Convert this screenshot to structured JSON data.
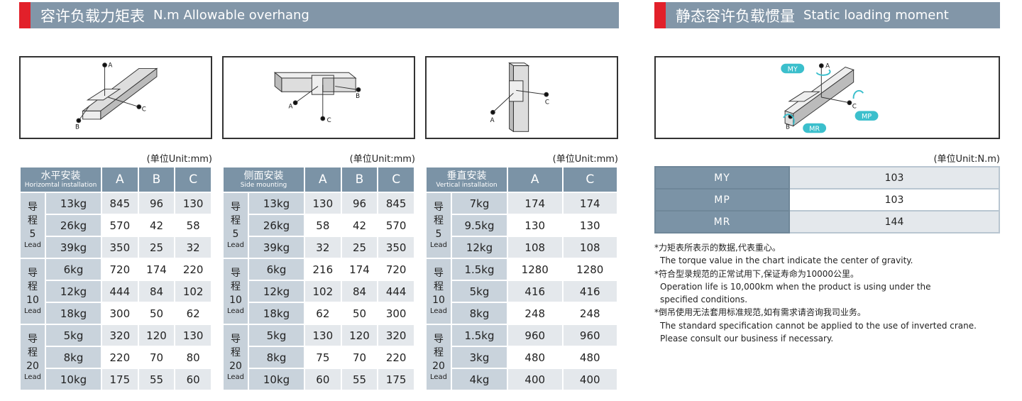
{
  "left_header": {
    "zh": "容许负载力矩表",
    "en": "N.m   Allowable overhang"
  },
  "right_header": {
    "zh": "静态容许负载惯量",
    "en": "Static loading moment"
  },
  "unit_mm": "(单位Unit:mm)",
  "unit_nm": "(单位Unit:N.m)",
  "diagram_labels": {
    "A": "A",
    "B": "B",
    "C": "C",
    "MY": "MY",
    "MP": "MP",
    "MR": "MR"
  },
  "tables": [
    {
      "title_zh": "水平安装",
      "title_en": "Horizomtal installation",
      "columns": [
        "A",
        "B",
        "C"
      ],
      "groups": [
        {
          "zh1": "导",
          "zh2": "程",
          "num": "5",
          "lead": "Lead",
          "rows": [
            [
              "13kg",
              "845",
              "96",
              "130"
            ],
            [
              "26kg",
              "570",
              "42",
              "58"
            ],
            [
              "39kg",
              "350",
              "25",
              "32"
            ]
          ]
        },
        {
          "zh1": "导",
          "zh2": "程",
          "num": "10",
          "lead": "Lead",
          "rows": [
            [
              "6kg",
              "720",
              "174",
              "220"
            ],
            [
              "12kg",
              "444",
              "84",
              "102"
            ],
            [
              "18kg",
              "300",
              "50",
              "62"
            ]
          ]
        },
        {
          "zh1": "导",
          "zh2": "程",
          "num": "20",
          "lead": "Lead",
          "rows": [
            [
              "5kg",
              "320",
              "120",
              "130"
            ],
            [
              "8kg",
              "220",
              "70",
              "80"
            ],
            [
              "10kg",
              "175",
              "55",
              "60"
            ]
          ]
        }
      ]
    },
    {
      "title_zh": "侧面安装",
      "title_en": "Side mounting",
      "columns": [
        "A",
        "B",
        "C"
      ],
      "groups": [
        {
          "zh1": "导",
          "zh2": "程",
          "num": "5",
          "lead": "Lead",
          "rows": [
            [
              "13kg",
              "130",
              "96",
              "845"
            ],
            [
              "26kg",
              "58",
              "42",
              "570"
            ],
            [
              "39kg",
              "32",
              "25",
              "350"
            ]
          ]
        },
        {
          "zh1": "导",
          "zh2": "程",
          "num": "10",
          "lead": "Lead",
          "rows": [
            [
              "6kg",
              "216",
              "174",
              "720"
            ],
            [
              "12kg",
              "102",
              "84",
              "444"
            ],
            [
              "18kg",
              "62",
              "50",
              "300"
            ]
          ]
        },
        {
          "zh1": "导",
          "zh2": "程",
          "num": "20",
          "lead": "Lead",
          "rows": [
            [
              "5kg",
              "130",
              "120",
              "320"
            ],
            [
              "8kg",
              "75",
              "70",
              "220"
            ],
            [
              "10kg",
              "60",
              "55",
              "175"
            ]
          ]
        }
      ]
    },
    {
      "title_zh": "垂直安装",
      "title_en": "Vertical installation",
      "columns": [
        "A",
        "C"
      ],
      "groups": [
        {
          "zh1": "导",
          "zh2": "程",
          "num": "5",
          "lead": "Lead",
          "rows": [
            [
              "7kg",
              "174",
              "174"
            ],
            [
              "9.5kg",
              "130",
              "130"
            ],
            [
              "12kg",
              "108",
              "108"
            ]
          ]
        },
        {
          "zh1": "导",
          "zh2": "程",
          "num": "10",
          "lead": "Lead",
          "rows": [
            [
              "1.5kg",
              "1280",
              "1280"
            ],
            [
              "5kg",
              "416",
              "416"
            ],
            [
              "8kg",
              "248",
              "248"
            ]
          ]
        },
        {
          "zh1": "导",
          "zh2": "程",
          "num": "20",
          "lead": "Lead",
          "rows": [
            [
              "1.5kg",
              "960",
              "960"
            ],
            [
              "3kg",
              "480",
              "480"
            ],
            [
              "4kg",
              "400",
              "400"
            ]
          ]
        }
      ]
    }
  ],
  "static_table": [
    {
      "k": "MY",
      "v": "103"
    },
    {
      "k": "MP",
      "v": "103"
    },
    {
      "k": "MR",
      "v": "144"
    }
  ],
  "notes": [
    {
      "zh": "*力矩表所表示的数据,代表重心。",
      "en": [
        "The torque value in the chart indicate the center of gravity."
      ]
    },
    {
      "zh": "*符合型录规范的正常试用下,保证寿命为10000公里。",
      "en": [
        "Operation life is 10,000km when the product is using under the",
        "specified conditions."
      ]
    },
    {
      "zh": "*倒吊使用无法套用标准规范,如有需求请咨询我司业务。",
      "en": [
        "The standard specification cannot be applied to the use of inverted crane.",
        "Please consult our business if necessary."
      ]
    }
  ],
  "colors": {
    "header": "#8296a8",
    "accent": "#e2202a",
    "teal": "#3bbfcc"
  }
}
